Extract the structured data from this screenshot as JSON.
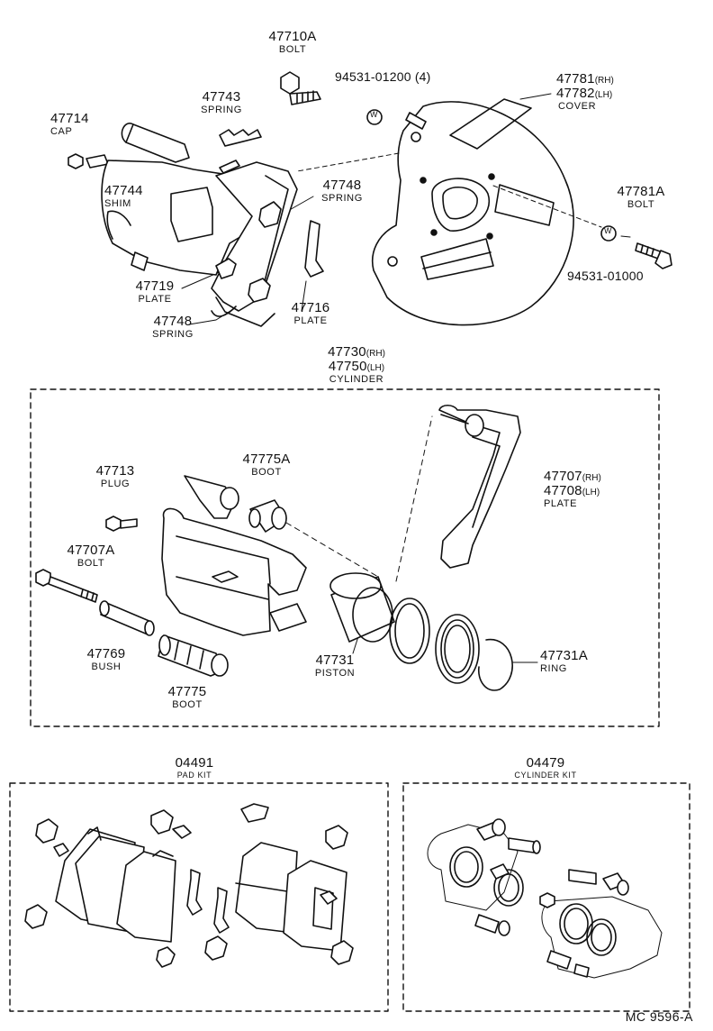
{
  "parts": {
    "p47710A": {
      "number": "47710A",
      "name": "BOLT"
    },
    "p94531_01200": {
      "number": "94531-01200 (4)"
    },
    "p47781": {
      "number": "47781",
      "side": "(RH)"
    },
    "p47782": {
      "number": "47782",
      "side": "(LH)",
      "name": "COVER"
    },
    "p47743": {
      "number": "47743",
      "name": "SPRING"
    },
    "p47714": {
      "number": "47714",
      "name": "CAP"
    },
    "p47744": {
      "number": "47744",
      "name": "SHIM"
    },
    "p47748a": {
      "number": "47748",
      "name": "SPRING"
    },
    "p47781A": {
      "number": "47781A",
      "name": "BOLT"
    },
    "p94531_01000": {
      "number": "94531-01000"
    },
    "p47719": {
      "number": "47719",
      "name": "PLATE"
    },
    "p47716": {
      "number": "47716",
      "name": "PLATE"
    },
    "p47748b": {
      "number": "47748",
      "name": "SPRING"
    },
    "p47730": {
      "number": "47730",
      "side": "(RH)"
    },
    "p47750": {
      "number": "47750",
      "side": "(LH)",
      "name": "CYLINDER"
    },
    "p47775A": {
      "number": "47775A",
      "name": "BOOT"
    },
    "p47713": {
      "number": "47713",
      "name": "PLUG"
    },
    "p47707": {
      "number": "47707",
      "side": "(RH)"
    },
    "p47708": {
      "number": "47708",
      "side": "(LH)",
      "name": "PLATE"
    },
    "p47707A": {
      "number": "47707A",
      "name": "BOLT"
    },
    "p47769": {
      "number": "47769",
      "name": "BUSH"
    },
    "p47731": {
      "number": "47731",
      "name": "PISTON"
    },
    "p47731A": {
      "number": "47731A",
      "name": "RING"
    },
    "p47775": {
      "number": "47775",
      "name": "BOOT"
    },
    "p04491": {
      "number": "04491",
      "name": "PAD KIT"
    },
    "p04479": {
      "number": "04479",
      "name": "CYLINDER KIT"
    }
  },
  "washer_mark": "W",
  "reference": "MC 9596-A"
}
